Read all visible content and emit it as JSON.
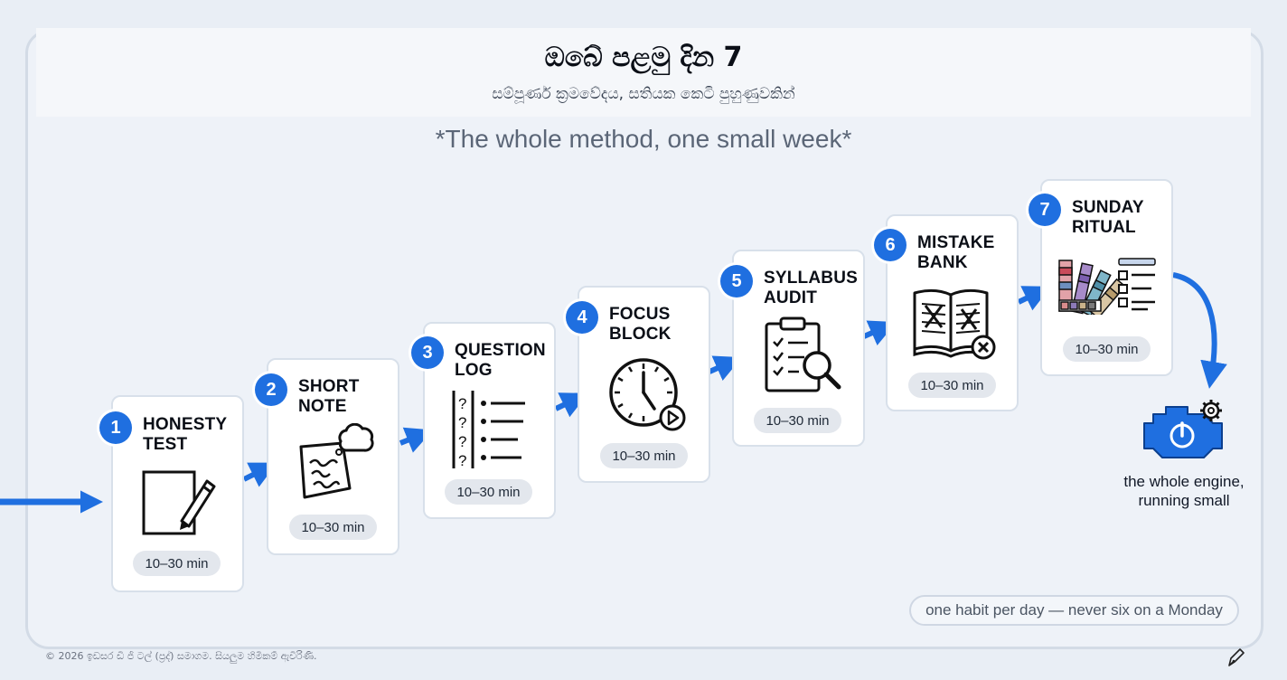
{
  "header": {
    "title": "ඔබේ පළමු දින 7",
    "subtitle": "සම්පූර්ණ ක්‍රමවේදය, සතියක කෙටි පුහුණුවකින්"
  },
  "tagline": "*The whole method, one small week*",
  "accent_color": "#1f6fe0",
  "steps": [
    {
      "number": "1",
      "title": "HONESTY\nTEST",
      "duration": "10–30 min",
      "icon": "notepad-pencil-icon"
    },
    {
      "number": "2",
      "title": "SHORT\nNOTE",
      "duration": "10–30 min",
      "icon": "note-thought-bubble-icon"
    },
    {
      "number": "3",
      "title": "QUESTION\nLOG",
      "duration": "10–30 min",
      "icon": "question-list-icon"
    },
    {
      "number": "4",
      "title": "FOCUS\nBLOCK",
      "duration": "10–30 min",
      "icon": "clock-play-icon"
    },
    {
      "number": "5",
      "title": "SYLLABUS\nAUDIT",
      "duration": "10–30 min",
      "icon": "clipboard-magnifier-icon"
    },
    {
      "number": "6",
      "title": "MISTAKE\nBANK",
      "duration": "10–30 min",
      "icon": "open-book-cross-icon"
    },
    {
      "number": "7",
      "title": "SUNDAY\nRITUAL",
      "duration": "10–30 min",
      "icon": "swatches-checklist-icon"
    }
  ],
  "engine": {
    "icon": "engine-gear-icon",
    "caption": "the whole engine,\nrunning small"
  },
  "footnote": "one habit per day — never six on a Monday",
  "copyright": "© 2026 ඉඩසර ඩි ජි ටල් (ප්‍රද්) සමාගම. සියලුම හිමිකම් ඇවිරිණි.",
  "corner_mark_icon": "pen-nib-icon"
}
